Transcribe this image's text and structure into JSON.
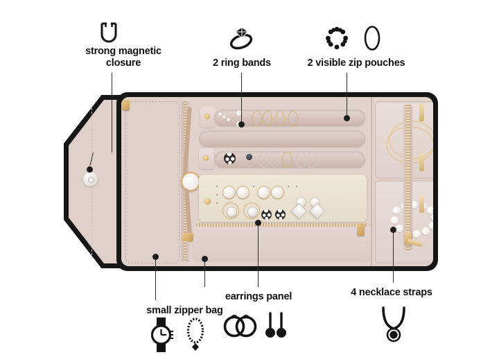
{
  "page": {
    "background": "#ffffff",
    "text_color": "#111111",
    "leader_color": "#2b2b2b",
    "product_name": "jewelry roll organizer"
  },
  "callouts": [
    {
      "id": "strong-magnetic-closure",
      "label": "strong magnetic\nclosure",
      "icon": "magnet-icon"
    },
    {
      "id": "2-ring-bands",
      "label": "2 ring bands",
      "icon": "diamond-ring-icon"
    },
    {
      "id": "2-visible-zip-pouches",
      "label": "2 visible zip pouches",
      "icon": "beaded-bracelet-icon",
      "icon2": "oval-ring-icon"
    },
    {
      "id": "small-zipper-bag",
      "label": "small zipper bag",
      "icon": "watch-icon",
      "icon2": "pendant-necklace-icon"
    },
    {
      "id": "earrings-panel",
      "label": "earrings panel",
      "icon": "hoop-earrings-icon",
      "icon2": "drop-earrings-icon"
    },
    {
      "id": "4-necklace-straps",
      "label": "4 necklace straps",
      "icon": "necklace-icon"
    }
  ],
  "product": {
    "exterior_color": "#161616",
    "interior_color": "#e2d2cc",
    "accent_metal_color": "#d4b173",
    "parts": [
      {
        "name": "left-flap",
        "detail": "magnetic snap button"
      },
      {
        "name": "watch-strap-slot",
        "detail": "gold watch on tan leather strap"
      },
      {
        "name": "ring-band-roll-top",
        "detail": "padded roll with rings"
      },
      {
        "name": "ring-band-roll-bottom",
        "detail": "padded roll with rings"
      },
      {
        "name": "earrings-panel",
        "detail": "suede panel with stud earrings"
      },
      {
        "name": "small-zipper-bag",
        "detail": "zippered pocket"
      },
      {
        "name": "zip-pouch-upper",
        "detail": "mesh pouch with gold bangles"
      },
      {
        "name": "zip-pouch-lower",
        "detail": "mesh pouch with pearl bracelet"
      },
      {
        "name": "necklace-straps",
        "detail": "gold-tone straps on right edge"
      }
    ]
  }
}
